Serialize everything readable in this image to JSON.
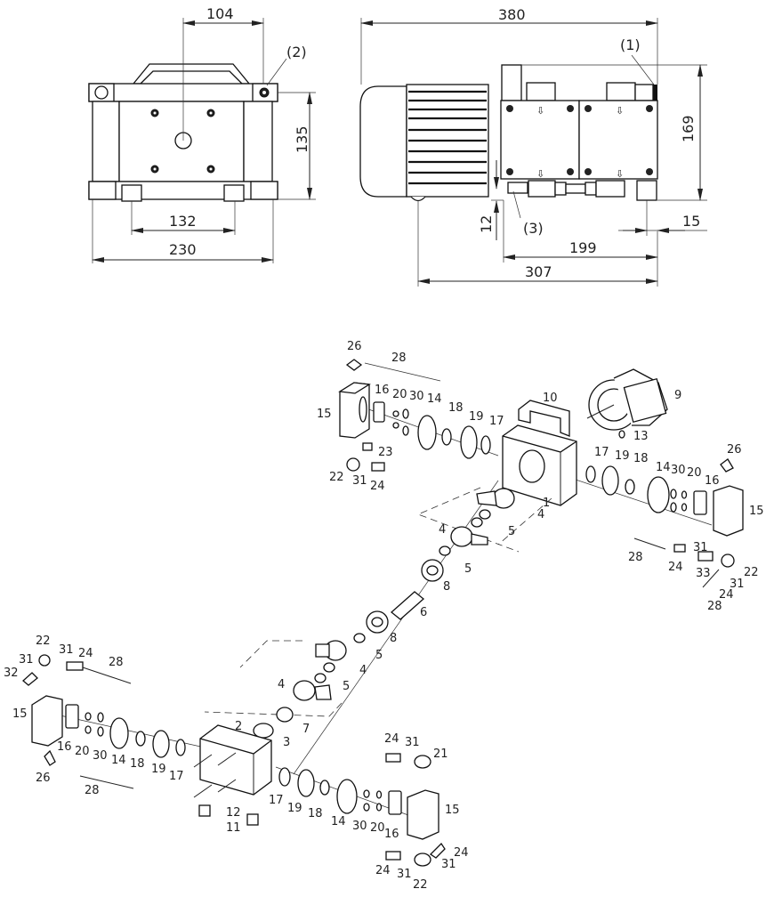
{
  "front_view": {
    "dimensions": {
      "top_offset": "104",
      "height": "135",
      "foot_spacing": "132",
      "width": "230"
    },
    "callouts": {
      "port_2": "(2)"
    }
  },
  "side_view": {
    "dimensions": {
      "length": "380",
      "height": "169",
      "clearance": "12",
      "head_offset": "15",
      "head_length": "199",
      "base_length": "307"
    },
    "callouts": {
      "port_1": "(1)",
      "port_3": "(3)"
    }
  },
  "exploded_view": {
    "upper_left_head": [
      "26",
      "28",
      "16",
      "20",
      "30",
      "14",
      "18",
      "19",
      "17",
      "15",
      "23",
      "22",
      "31",
      "24"
    ],
    "housing_top": [
      "10",
      "9",
      "13",
      "1"
    ],
    "right_head": [
      "17",
      "19",
      "18",
      "14",
      "30",
      "20",
      "16",
      "26",
      "15",
      "28",
      "31",
      "24",
      "33",
      "22",
      "31",
      "24",
      "28"
    ],
    "crank": [
      "4",
      "5",
      "4",
      "5",
      "8",
      "6",
      "8",
      "5",
      "4",
      "4",
      "5",
      "7",
      "2",
      "3"
    ],
    "lower_left_head": [
      "22",
      "31",
      "24",
      "28",
      "31",
      "32",
      "15",
      "16",
      "20",
      "30",
      "14",
      "18",
      "19",
      "17",
      "26",
      "28"
    ],
    "lower_right_head": [
      "12",
      "11",
      "17",
      "19",
      "18",
      "14",
      "30",
      "20",
      "16",
      "15",
      "24",
      "31",
      "21",
      "24",
      "31",
      "22",
      "24",
      "31"
    ]
  }
}
